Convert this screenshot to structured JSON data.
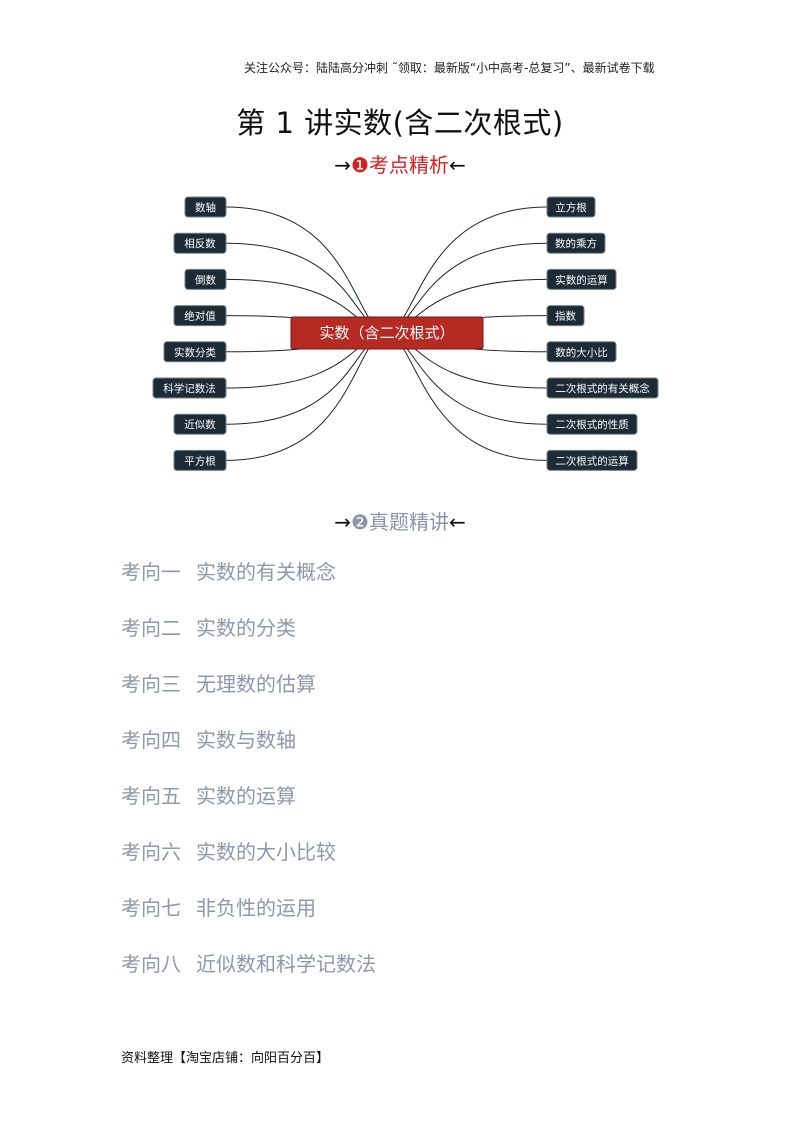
{
  "header_note": "关注公众号：陆陆高分冲刺  ˜领取：最新版“小中高考-总复习”、最新试卷下载",
  "title": "第 1 讲实数(含二次根式)",
  "section1": {
    "arrow_left": "→",
    "num": "❶",
    "label": "考点精析",
    "arrow_right": "←"
  },
  "section2": {
    "arrow_left": "→",
    "num": "❷",
    "label": "真题精讲",
    "arrow_right": "←"
  },
  "mindmap": {
    "center": "实数（含二次根式）",
    "left": [
      "数轴",
      "相反数",
      "倒数",
      "绝对值",
      "实数分类",
      "科学记数法",
      "近似数",
      "平方根"
    ],
    "right": [
      "立方根",
      "数的乘方",
      "实数的运算",
      "指数",
      "数的大小比",
      "二次根式的有关概念",
      "二次根式的性质",
      "二次根式的运算"
    ],
    "colors": {
      "node": "#1c2b35",
      "center": "#b52a22"
    }
  },
  "topics": [
    {
      "num": "考向一",
      "text": "实数的有关概念"
    },
    {
      "num": "考向二",
      "text": "实数的分类"
    },
    {
      "num": "考向三",
      "text": "无理数的估算"
    },
    {
      "num": "考向四",
      "text": "实数与数轴"
    },
    {
      "num": "考向五",
      "text": "实数的运算"
    },
    {
      "num": "考向六",
      "text": "实数的大小比较"
    },
    {
      "num": "考向七",
      "text": "非负性的运用"
    },
    {
      "num": "考向八",
      "text": "近似数和科学记数法"
    }
  ],
  "footer_note": "资料整理【淘宝店铺：向阳百分百】"
}
